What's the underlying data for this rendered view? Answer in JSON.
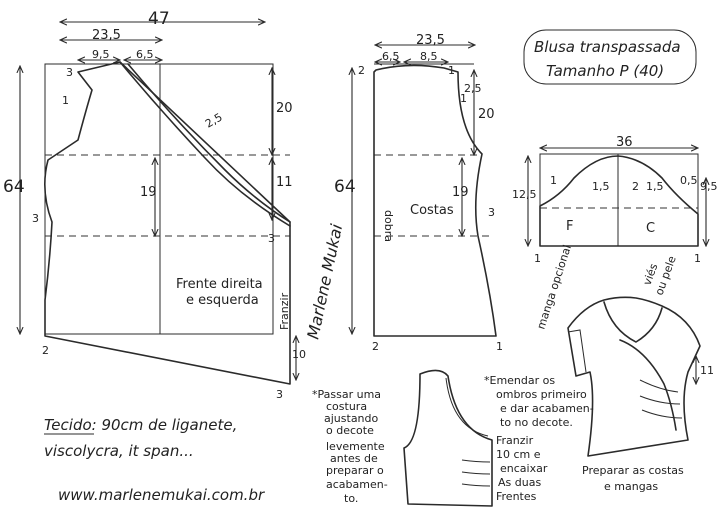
{
  "title": {
    "line1": "Blusa transpassada",
    "line2": "Tamanho P (40)"
  },
  "front": {
    "width_top": "47",
    "width_mid": "23,5",
    "neck_w": "9,5",
    "neck_right": "6,5",
    "shoulder_drop": "3",
    "armhole_side": "1",
    "diag_seam": "2,5",
    "height": "64",
    "armhole_depth": "20",
    "waist": "19",
    "right_11": "11",
    "side_3": "3",
    "right_3": "3",
    "bottom_left_2": "2",
    "bottom_10": "10",
    "bottom_3": "3",
    "piece_label_1": "Frente direita",
    "piece_label_2": "e esquerda",
    "franzir": "Franzir"
  },
  "back": {
    "width_mid": "23,5",
    "neck_left": "6,5",
    "neck_w": "8,5",
    "top_2": "2",
    "top_1": "1",
    "armhole_1": "1",
    "armhole_25": "2,5",
    "height": "64",
    "armhole_depth": "20",
    "waist": "19",
    "dobra": "dobra",
    "right_3": "3",
    "bottom_2": "2",
    "bottom_1": "1",
    "piece_label": "Costas"
  },
  "sleeve": {
    "width": "36",
    "left_h": "12,5",
    "right_h": "9,5",
    "m1": "1",
    "m15a": "1,5",
    "m2": "2",
    "m15b": "1,5",
    "m05": "0,5",
    "label_f": "F",
    "label_c": "C",
    "bottom_1a": "1",
    "bottom_1b": "1"
  },
  "notes": {
    "left": [
      "*Passar uma",
      "costura",
      "ajustando",
      "o decote",
      "levemente",
      "antes de",
      "preparar o",
      "acabamen-",
      "to."
    ],
    "middle": [
      "*Emendar os",
      "ombros primeiro",
      "e dar acabamen-",
      "to no decote."
    ],
    "franzir": [
      "Franzir",
      "10 cm e",
      "encaixar",
      "As duas",
      "Frentes"
    ]
  },
  "illustration": {
    "manga_label": "manga opcional",
    "vies_label_1": "viés",
    "vies_label_2": "ou pele",
    "dim_11": "11",
    "caption_1": "Preparar as costas",
    "caption_2": "e mangas"
  },
  "fabric": {
    "line1": "Tecido: 90cm de liganete,",
    "line2": "viscolycra, it span..."
  },
  "signature": "Marlene Mukai",
  "website": "www.marlenemukai.com.br"
}
